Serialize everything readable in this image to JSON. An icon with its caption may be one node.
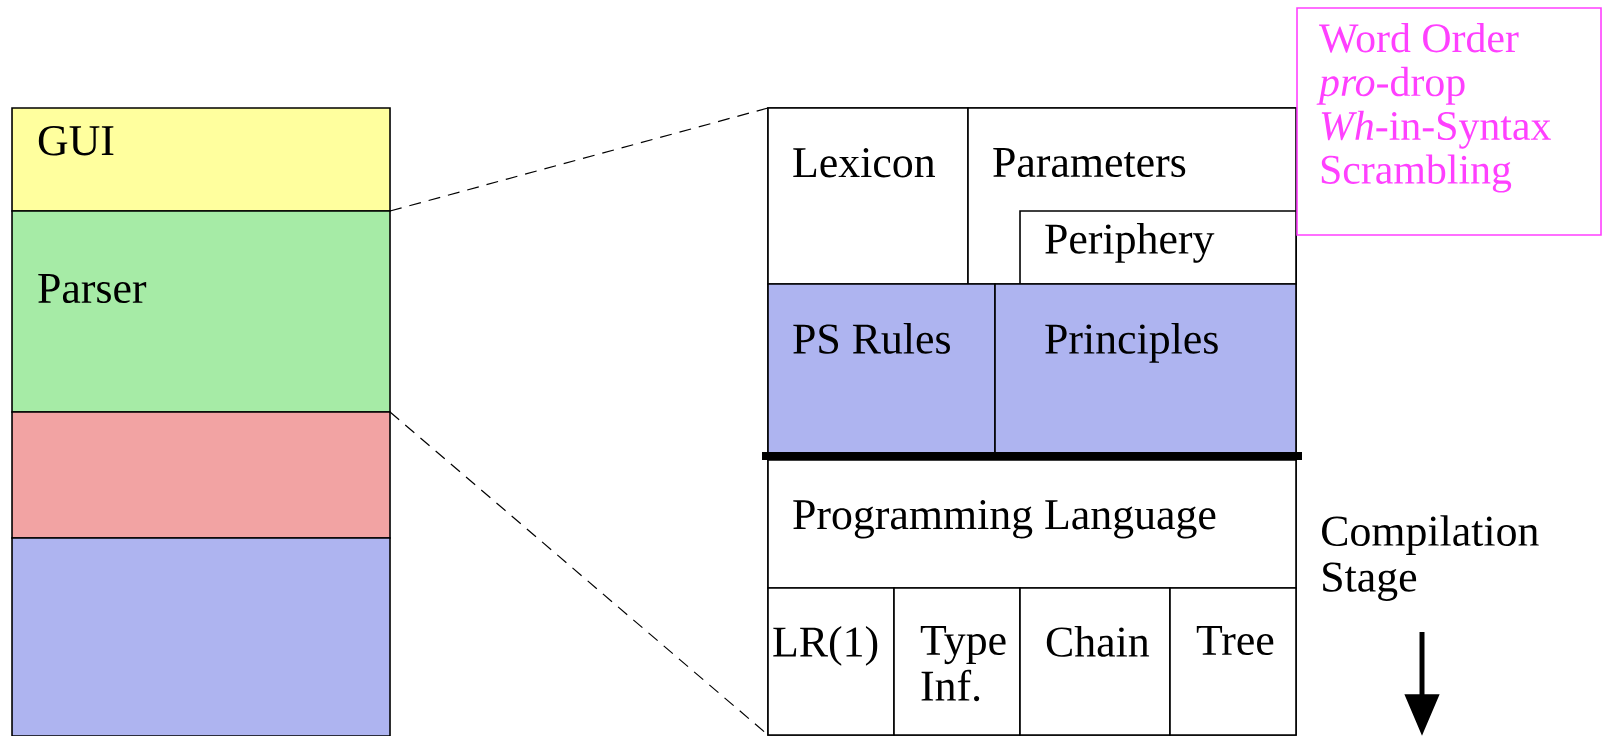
{
  "diagram": {
    "nodes": [
      {
        "text": [
          "GUI"
        ]
      },
      {
        "text": [
          "Parser"
        ]
      },
      {
        "text": [],
        "shape": "box"
      },
      {
        "text": [],
        "shape": "box"
      },
      {
        "text": [],
        "shape": "box"
      },
      {
        "text": [
          "Lexicon"
        ],
        "in": 4
      },
      {
        "text": [
          "Parameters"
        ],
        "in": 4
      },
      {
        "text": [
          "Periphery"
        ],
        "in": 6
      },
      {
        "text": [
          "PS Rules"
        ],
        "in": 4
      },
      {
        "text": [
          "Principles"
        ],
        "in": 4
      },
      {
        "text": [
          "Programming Language"
        ],
        "in": 4
      },
      {
        "text": [
          "LR(1)"
        ],
        "in": 4
      },
      {
        "text": [
          "Type Inf."
        ],
        "in": 4
      },
      {
        "text": [
          "Chain"
        ],
        "in": 4
      },
      {
        "text": [
          "Tree"
        ],
        "in": 4
      },
      {
        "text": [
          "Word Order",
          "*pro*-drop",
          "*Wh*-in-Syntax",
          "Scrambling"
        ]
      }
    ],
    "edges": [
      {
        "from": 1,
        "to": 4,
        "arrow": "none",
        "style": "dashed"
      },
      {
        "from": 1,
        "to": 4,
        "arrow": "none",
        "style": "dashed"
      }
    ],
    "labels": [
      "Compilation Stage"
    ]
  }
}
